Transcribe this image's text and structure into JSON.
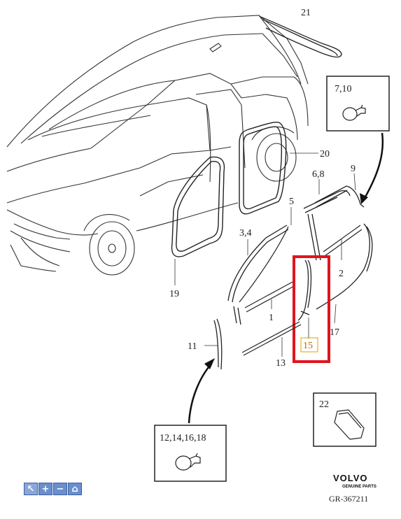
{
  "callouts": {
    "c21": "21",
    "c7_10": "7,10",
    "c20": "20",
    "c6_8": "6,8",
    "c9": "9",
    "c5": "5",
    "c3_4": "3,4",
    "c2": "2",
    "c19": "19",
    "c1": "1",
    "c17": "17",
    "c15": "15",
    "c11": "11",
    "c13": "13",
    "c22": "22",
    "c12_14_16_18": "12,14,16,18"
  },
  "logo": {
    "brand": "VOLVO",
    "tagline": "GENUINE PARTS"
  },
  "reference": "GR-367211",
  "toolbar": {
    "buttons": [
      {
        "name": "select-icon",
        "glyph": "↖"
      },
      {
        "name": "zoom-in-icon",
        "glyph": "+"
      },
      {
        "name": "zoom-out-icon",
        "glyph": "−"
      },
      {
        "name": "home-icon",
        "glyph": "⌂"
      }
    ]
  },
  "colors": {
    "highlight": "#e0141e",
    "part15_label": "#c06a00",
    "toolbar": "#6a8fcf"
  }
}
